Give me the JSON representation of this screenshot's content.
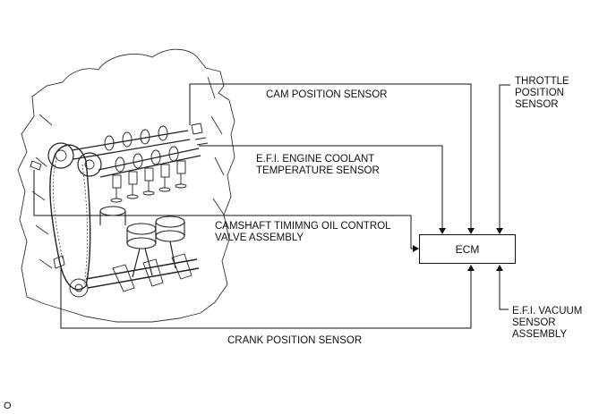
{
  "labels": {
    "cam_position": "CAM POSITION SENSOR",
    "throttle_position": "THROTTLE\nPOSITION\nSENSOR",
    "coolant_temp": "E.F.I. ENGINE COOLANT\nTEMPERATURE SENSOR",
    "ocv": "CAMSHAFT TIMIMNG OIL CONTROL\nVALVE ASSEMBLY",
    "crank_position": "CRANK POSITION SENSOR",
    "vacuum_sensor": "E.F.I. VACUUM\nSENSOR\nASSEMBLY",
    "ecm": "ECM",
    "figure_code": "O"
  },
  "icons": {
    "engine": "engine-illustration-icon"
  }
}
